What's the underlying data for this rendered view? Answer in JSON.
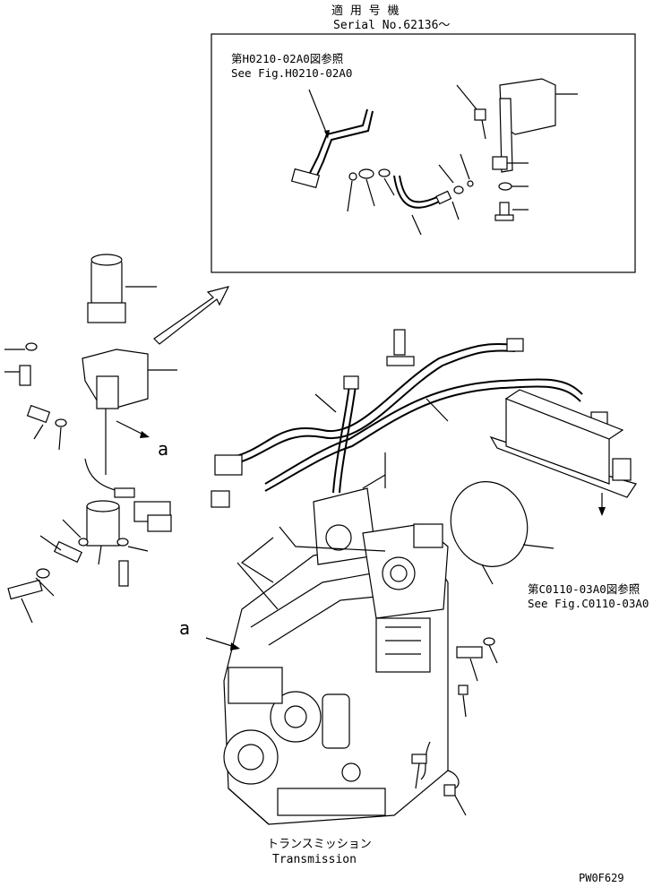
{
  "header": {
    "applicable_jp": "適 用 号 機",
    "serial": "Serial No.62136～"
  },
  "inset": {
    "ref_jp": "第H0210-02A0図参照",
    "ref_en": "See Fig.H0210-02A0"
  },
  "callouts": {
    "view_a_left": "a",
    "view_a_main": "a"
  },
  "cooler_ref": {
    "ref_jp": "第C0110-03A0図参照",
    "ref_en": "See Fig.C0110-03A0"
  },
  "footer": {
    "title_jp": "トランスミッション",
    "title_en": "Transmission",
    "drawing_no": "PW0F629"
  }
}
